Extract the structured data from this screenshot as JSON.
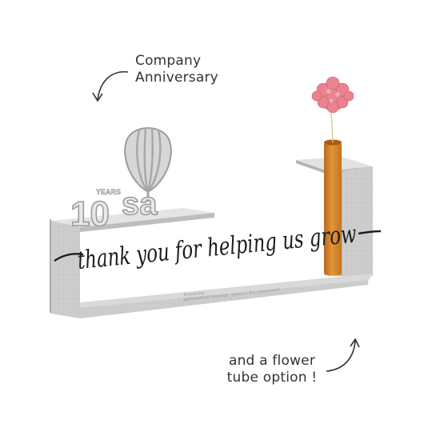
{
  "callouts": {
    "top_line1": "Company",
    "top_line2": "Anniversary",
    "bottom_line1": "and a flower",
    "bottom_line2": "tube option !"
  },
  "product": {
    "script_text": "thank you for helping us grow",
    "years_label": "YEARS",
    "number": "10",
    "logo_text": "sa"
  },
  "colors": {
    "frame": "#c9c9c9",
    "frame_dark": "#a9a9a9",
    "wire": "#1c1c1c",
    "tube": "#d5852a",
    "flower": "#e8838f"
  }
}
